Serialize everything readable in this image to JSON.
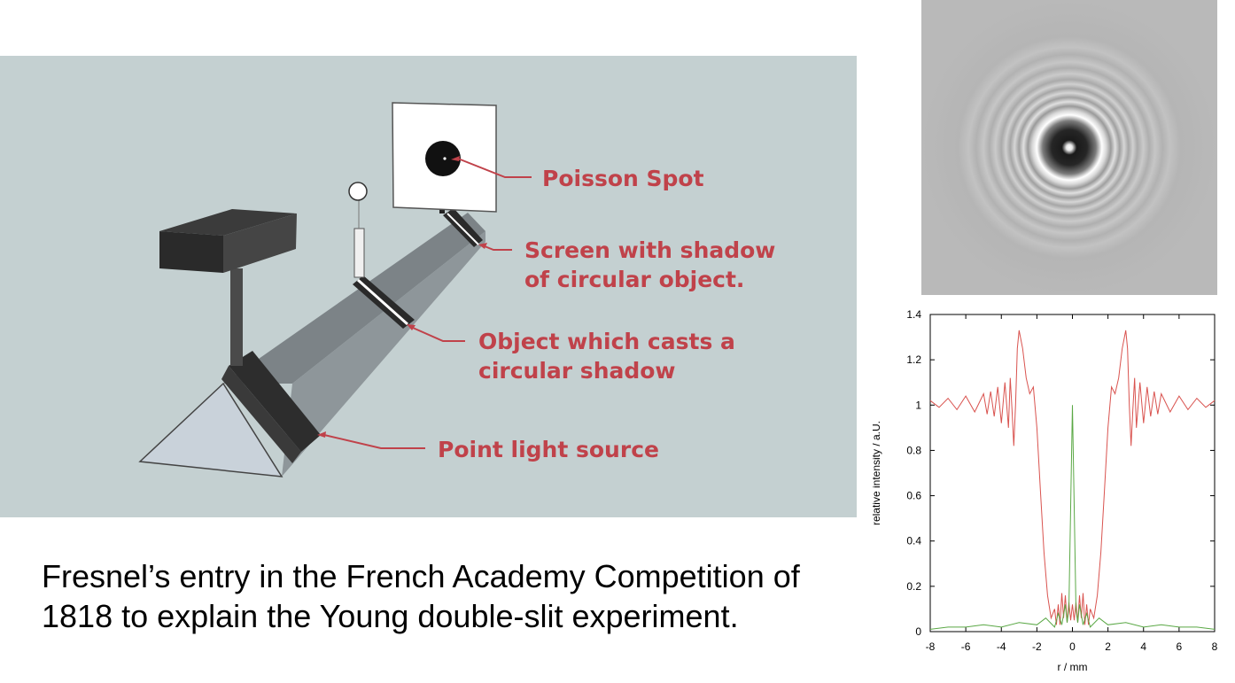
{
  "diagram": {
    "labels": {
      "poisson_spot": "Poisson Spot",
      "screen_line1": "Screen with shadow",
      "screen_line2": "of circular object.",
      "object_line1": "Object which casts a",
      "object_line2": "circular shadow",
      "source": "Point light source"
    },
    "colors": {
      "background": "#c4d0d1",
      "label": "#c0424a"
    }
  },
  "caption": {
    "line1": "Fresnel’s entry in the French Academy Competition of",
    "line2": "1818 to explain the Young double-slit experiment."
  },
  "chart_data": {
    "type": "line",
    "xlabel": "r / mm",
    "ylabel": "relative intensity / a.U.",
    "xlim": [
      -8,
      8
    ],
    "ylim": [
      0,
      1.4
    ],
    "xticks": [
      -8,
      -6,
      -4,
      -2,
      0,
      2,
      4,
      6,
      8
    ],
    "yticks": [
      0,
      0.2,
      0.4,
      0.6,
      0.8,
      1,
      1.2,
      1.4
    ],
    "grid": false,
    "series": [
      {
        "color": "#d9534f",
        "x": [
          0,
          0.1,
          0.2,
          0.3,
          0.4,
          0.5,
          0.6,
          0.7,
          0.8,
          0.9,
          1.0,
          1.2,
          1.4,
          1.6,
          1.8,
          2.0,
          2.2,
          2.4,
          2.6,
          2.8,
          3.0,
          3.1,
          3.2,
          3.3,
          3.4,
          3.5,
          3.6,
          3.8,
          4.0,
          4.2,
          4.4,
          4.6,
          4.8,
          5.0,
          5.5,
          6.0,
          6.5,
          7.0,
          7.5,
          8.0
        ],
        "y": [
          0.12,
          0.05,
          0.13,
          0.04,
          0.16,
          0.06,
          0.17,
          0.03,
          0.12,
          0.03,
          0.1,
          0.06,
          0.16,
          0.35,
          0.62,
          0.9,
          1.08,
          1.05,
          1.12,
          1.25,
          1.33,
          1.25,
          1.0,
          0.82,
          0.98,
          1.12,
          0.9,
          1.1,
          0.92,
          1.08,
          0.95,
          1.06,
          0.96,
          1.05,
          0.97,
          1.04,
          0.98,
          1.03,
          0.99,
          1.02
        ]
      },
      {
        "color": "#5aa845",
        "x": [
          0,
          0.1,
          0.2,
          0.3,
          0.4,
          0.6,
          0.8,
          1.0,
          1.5,
          2.0,
          3.0,
          4.0,
          5.0,
          6.0,
          7.0,
          8.0
        ],
        "y": [
          1.0,
          0.55,
          0.1,
          0.04,
          0.12,
          0.03,
          0.08,
          0.02,
          0.06,
          0.03,
          0.04,
          0.02,
          0.03,
          0.02,
          0.02,
          0.01
        ]
      }
    ]
  }
}
